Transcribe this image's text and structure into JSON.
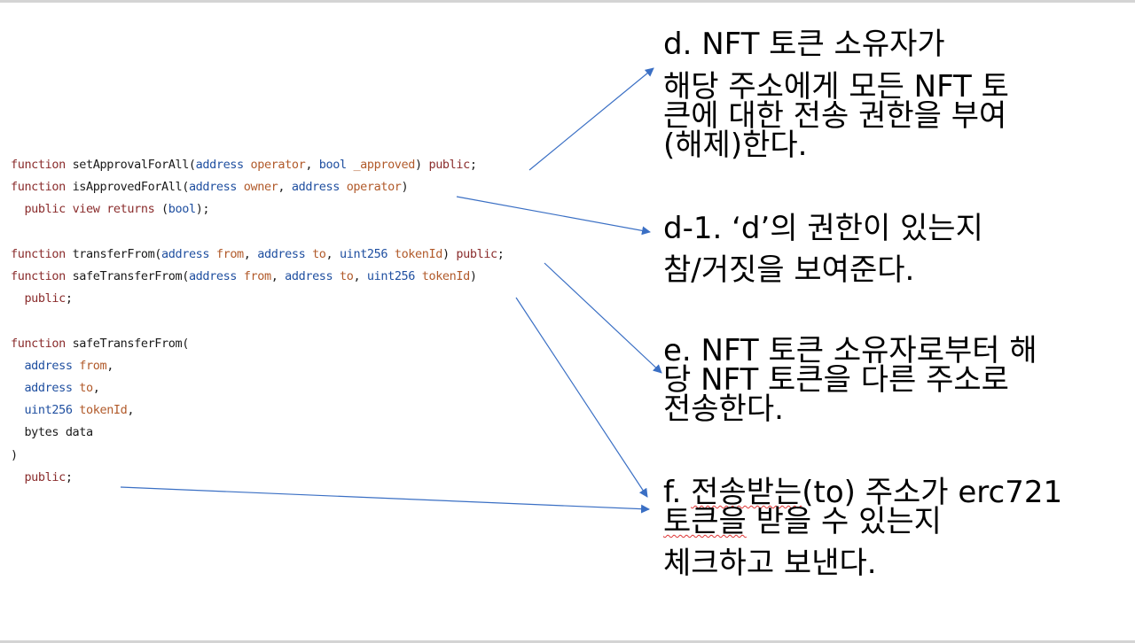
{
  "code": {
    "lines": [
      {
        "tokens": [
          {
            "t": "function ",
            "c": "kw"
          },
          {
            "t": "setApprovalForAll(",
            "c": "fn"
          },
          {
            "t": "address ",
            "c": "tp"
          },
          {
            "t": "operator",
            "c": "pm"
          },
          {
            "t": ", ",
            "c": "pn"
          },
          {
            "t": "bool ",
            "c": "tp"
          },
          {
            "t": "_approved",
            "c": "pm"
          },
          {
            "t": ") ",
            "c": "pn"
          },
          {
            "t": "public",
            "c": "kw"
          },
          {
            "t": ";",
            "c": "pn"
          }
        ]
      },
      {
        "tokens": [
          {
            "t": "function ",
            "c": "kw"
          },
          {
            "t": "isApprovedForAll(",
            "c": "fn"
          },
          {
            "t": "address ",
            "c": "tp"
          },
          {
            "t": "owner",
            "c": "pm"
          },
          {
            "t": ", ",
            "c": "pn"
          },
          {
            "t": "address ",
            "c": "tp"
          },
          {
            "t": "operator",
            "c": "pm"
          },
          {
            "t": ")",
            "c": "pn"
          }
        ]
      },
      {
        "tokens": [
          {
            "t": "  public ",
            "c": "kw"
          },
          {
            "t": "view ",
            "c": "kw"
          },
          {
            "t": "returns ",
            "c": "kw"
          },
          {
            "t": "(",
            "c": "pn"
          },
          {
            "t": "bool",
            "c": "tp"
          },
          {
            "t": ");",
            "c": "pn"
          }
        ]
      },
      {
        "tokens": []
      },
      {
        "tokens": [
          {
            "t": "function ",
            "c": "kw"
          },
          {
            "t": "transferFrom(",
            "c": "fn"
          },
          {
            "t": "address ",
            "c": "tp"
          },
          {
            "t": "from",
            "c": "pm"
          },
          {
            "t": ", ",
            "c": "pn"
          },
          {
            "t": "address ",
            "c": "tp"
          },
          {
            "t": "to",
            "c": "pm"
          },
          {
            "t": ", ",
            "c": "pn"
          },
          {
            "t": "uint256 ",
            "c": "tp"
          },
          {
            "t": "tokenId",
            "c": "pm"
          },
          {
            "t": ") ",
            "c": "pn"
          },
          {
            "t": "public",
            "c": "kw"
          },
          {
            "t": ";",
            "c": "pn"
          }
        ]
      },
      {
        "tokens": [
          {
            "t": "function ",
            "c": "kw"
          },
          {
            "t": "safeTransferFrom(",
            "c": "fn"
          },
          {
            "t": "address ",
            "c": "tp"
          },
          {
            "t": "from",
            "c": "pm"
          },
          {
            "t": ", ",
            "c": "pn"
          },
          {
            "t": "address ",
            "c": "tp"
          },
          {
            "t": "to",
            "c": "pm"
          },
          {
            "t": ", ",
            "c": "pn"
          },
          {
            "t": "uint256 ",
            "c": "tp"
          },
          {
            "t": "tokenId",
            "c": "pm"
          },
          {
            "t": ")",
            "c": "pn"
          }
        ]
      },
      {
        "tokens": [
          {
            "t": "  public",
            "c": "kw"
          },
          {
            "t": ";",
            "c": "pn"
          }
        ]
      },
      {
        "tokens": []
      },
      {
        "tokens": [
          {
            "t": "function ",
            "c": "kw"
          },
          {
            "t": "safeTransferFrom(",
            "c": "fn"
          }
        ]
      },
      {
        "tokens": [
          {
            "t": "  address ",
            "c": "tp"
          },
          {
            "t": "from",
            "c": "pm"
          },
          {
            "t": ",",
            "c": "pn"
          }
        ]
      },
      {
        "tokens": [
          {
            "t": "  address ",
            "c": "tp"
          },
          {
            "t": "to",
            "c": "pm"
          },
          {
            "t": ",",
            "c": "pn"
          }
        ]
      },
      {
        "tokens": [
          {
            "t": "  uint256 ",
            "c": "tp"
          },
          {
            "t": "tokenId",
            "c": "pm"
          },
          {
            "t": ",",
            "c": "pn"
          }
        ]
      },
      {
        "tokens": [
          {
            "t": "  bytes data",
            "c": "pn"
          }
        ]
      },
      {
        "tokens": [
          {
            "t": ")",
            "c": "pn"
          }
        ]
      },
      {
        "tokens": [
          {
            "t": "  public",
            "c": "kw"
          },
          {
            "t": ";",
            "c": "pn"
          }
        ]
      }
    ]
  },
  "annotations": {
    "d": {
      "line1": "d. NFT 토큰 소유자가",
      "line2": "해당 주소에게 모든 NFT 토",
      "line3": "큰에 대한 전송 권한을 부여",
      "line4": "(해제)한다."
    },
    "d1": {
      "line1": "d-1. ‘d’의 권한이 있는지",
      "line2": "참/거짓을 보여준다."
    },
    "e": {
      "line1": "e. NFT 토큰 소유자로부터 해",
      "line2": "당 NFT 토큰을 다른 주소로",
      "line3": "전송한다."
    },
    "f": {
      "line1_prefix": "f. ",
      "line1_squiggle": "전송받는",
      "line1_rest": "(to) 주소가 erc721",
      "line2_squiggle": "토큰을",
      "line2_rest": " 받을 수 있는지",
      "line3": "체크하고 보낸다."
    }
  },
  "colors": {
    "keyword": "#8a2c2c",
    "type": "#1f4fa0",
    "param": "#b15a2a",
    "arrow": "#3a6fc4"
  }
}
